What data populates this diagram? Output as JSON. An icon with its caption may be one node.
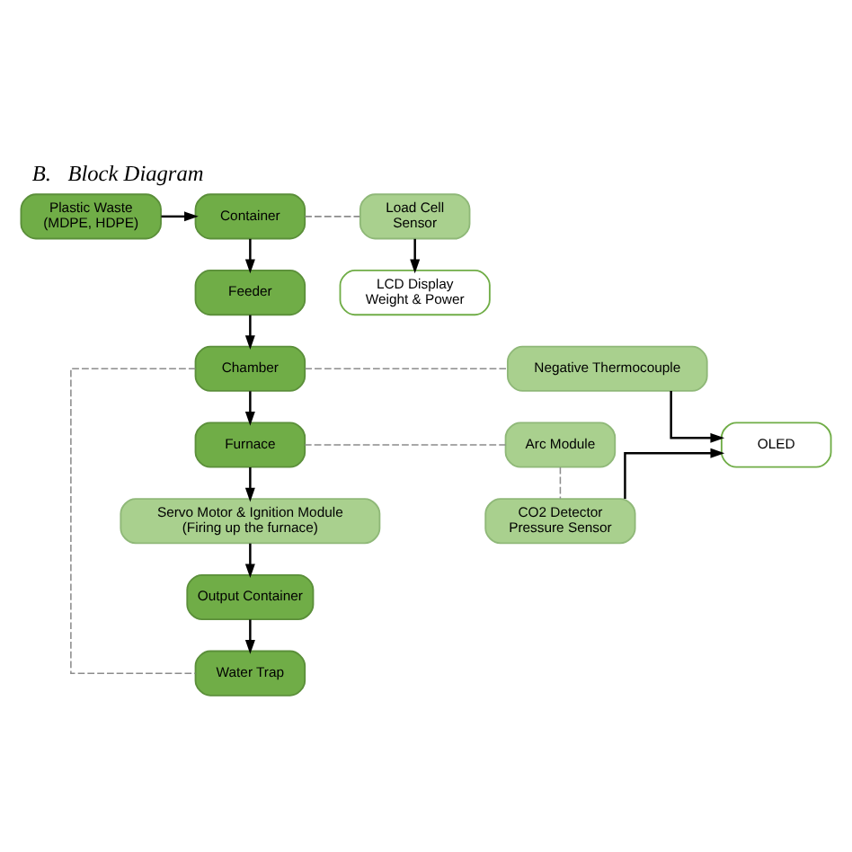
{
  "diagram": {
    "title": "B.   Block Diagram",
    "nodes": [
      {
        "text": [
          "Plastic Waste (MDPE, HDPE)"
        ]
      },
      {
        "text": [
          "Container"
        ]
      },
      {
        "text": [
          "Load Cell Sensor"
        ]
      },
      {
        "text": [
          "Feeder"
        ]
      },
      {
        "text": [
          "LCD Display Weight & Power"
        ]
      },
      {
        "text": [
          "Chamber"
        ]
      },
      {
        "text": [
          "Negative Thermocouple"
        ]
      },
      {
        "text": [
          "Furnace"
        ]
      },
      {
        "text": [
          "Arc Module"
        ]
      },
      {
        "text": [
          "OLED"
        ]
      },
      {
        "text": [
          "Servo Motor & Ignition Module (Firing up the furnace)"
        ]
      },
      {
        "text": [
          "CO2 Detector Pressure Sensor"
        ]
      },
      {
        "text": [
          "Output Container"
        ]
      },
      {
        "text": [
          "Water Trap"
        ]
      }
    ],
    "edges": [
      {
        "from": 0,
        "to": 1,
        "arrow": "to"
      },
      {
        "from": 1,
        "to": 2,
        "arrow": "none",
        "style": "dashed",
        "color": "#8c8c8c"
      },
      {
        "from": 1,
        "to": 3,
        "arrow": "to"
      },
      {
        "from": 2,
        "to": 4,
        "arrow": "to"
      },
      {
        "from": 3,
        "to": 5,
        "arrow": "to"
      },
      {
        "from": 5,
        "to": 6,
        "arrow": "none",
        "style": "dashed",
        "color": "#8c8c8c"
      },
      {
        "from": 5,
        "to": 7,
        "arrow": "to"
      },
      {
        "from": 6,
        "to": 9,
        "arrow": "to"
      },
      {
        "from": 7,
        "to": 8,
        "arrow": "none",
        "style": "dashed",
        "color": "#8c8c8c"
      },
      {
        "from": 8,
        "to": 11,
        "arrow": "none",
        "style": "dashed",
        "color": "#8c8c8c"
      },
      {
        "from": 11,
        "to": 9,
        "arrow": "to"
      },
      {
        "from": 7,
        "to": 10,
        "arrow": "to"
      },
      {
        "from": 10,
        "to": 12,
        "arrow": "to"
      },
      {
        "from": 12,
        "to": 13,
        "arrow": "to"
      },
      {
        "from": 5,
        "to": 13,
        "arrow": "none",
        "style": "dashed",
        "color": "#8c8c8c"
      }
    ]
  }
}
